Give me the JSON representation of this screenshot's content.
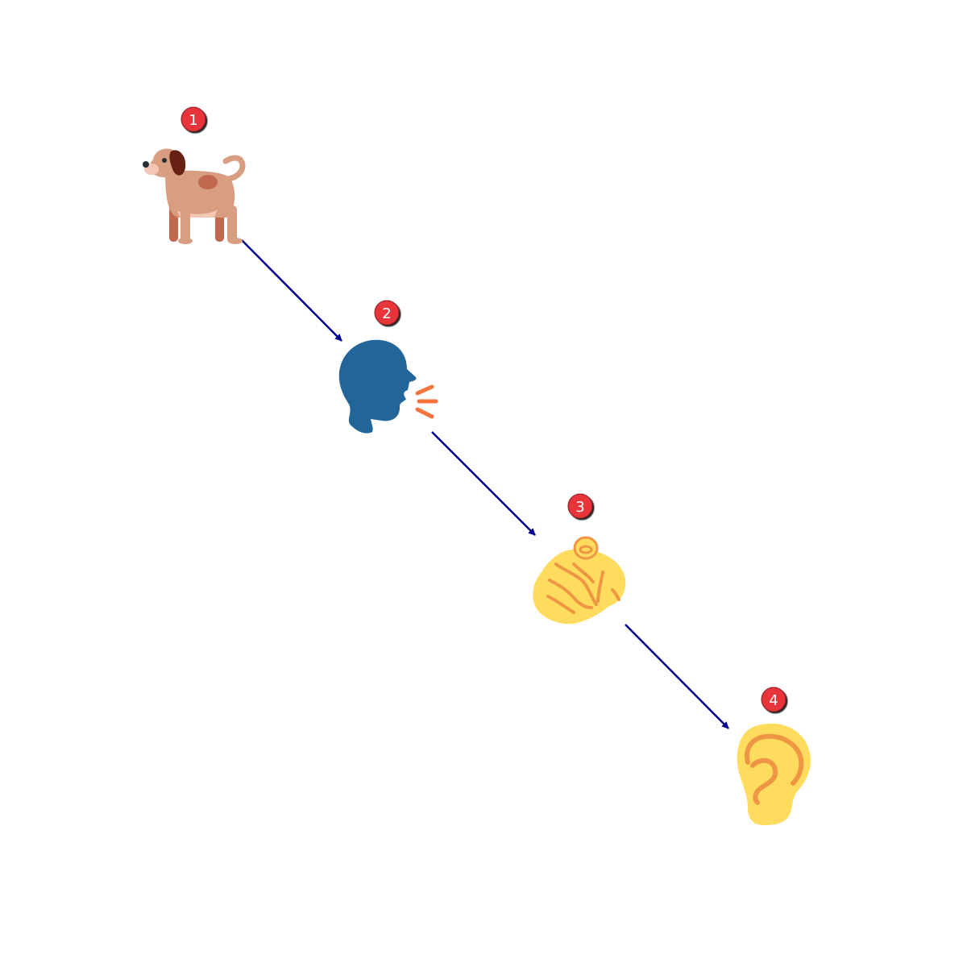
{
  "steps": [
    {
      "number": "1",
      "icon": "dog-icon"
    },
    {
      "number": "2",
      "icon": "speaking-head-icon"
    },
    {
      "number": "3",
      "icon": "pointing-at-viewer-icon"
    },
    {
      "number": "4",
      "icon": "ear-icon"
    }
  ],
  "colors": {
    "arrow": "#00008b",
    "badge": "#e8363a",
    "badge_text": "#ffffff"
  }
}
